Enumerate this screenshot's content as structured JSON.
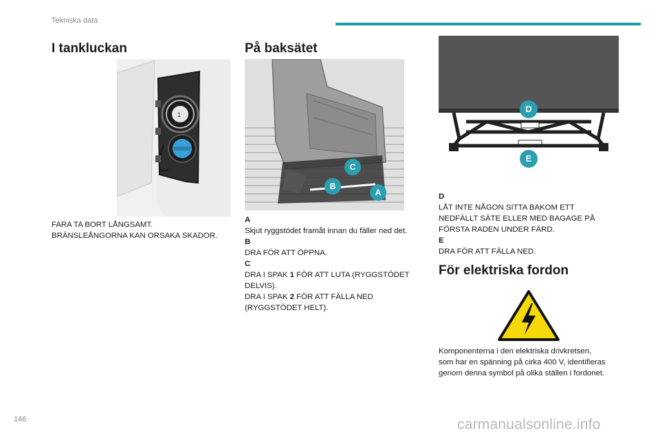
{
  "header": {
    "section": "Tekniska data",
    "accent_color": "#1e9aa5"
  },
  "col1": {
    "title": "I tankluckan",
    "warning_line1": "FARA TA BORT LÅNGSAMT.",
    "warning_line2": "BRÄNSLEÅNGORNA KAN ORSAKA SKADOR."
  },
  "col2": {
    "title": "På baksätet",
    "callouts": {
      "a": "A",
      "b": "B",
      "c": "C"
    },
    "items": [
      {
        "letter": "A",
        "text": "Skjut ryggstödet framåt innan du fäller ned det."
      },
      {
        "letter": "B",
        "text": "DRA FÖR ATT ÖPPNA."
      },
      {
        "letter": "C",
        "pre1": "DRA I SPAK ",
        "num1": "1",
        "post1": " FÖR ATT LUTA (RYGGSTÖDET",
        "post1b": "DELVIS).",
        "pre2": "DRA I SPAK ",
        "num2": "2",
        "post2": " FÖR ATT FÄLLA NED",
        "post2b": "(RYGGSTÖDET HELT)."
      }
    ]
  },
  "col3": {
    "callouts": {
      "d": "D",
      "e": "E"
    },
    "items": [
      {
        "letter": "D",
        "line1": "LÅT INTE NÅGON SITTA BAKOM ETT",
        "line2": "NEDFÄLLT SÄTE ELLER MED BAGAGE PÅ",
        "line3": "FÖRSTA RADEN UNDER FÄRD."
      },
      {
        "letter": "E",
        "line1": "DRA FÖR ATT FÄLLA NED."
      }
    ],
    "title": "För elektriska fordon",
    "elec_line1": "Komponenterna i den elektriska drivkretsen,",
    "elec_line2": "som har en spänning på cirka 400 V, identifieras",
    "elec_line3": "genom denna symbol på olika ställen i fordonet.",
    "warning_color": "#f5d90a"
  },
  "footer": {
    "page_number": "146",
    "watermark": "carmanualsonline.info"
  }
}
